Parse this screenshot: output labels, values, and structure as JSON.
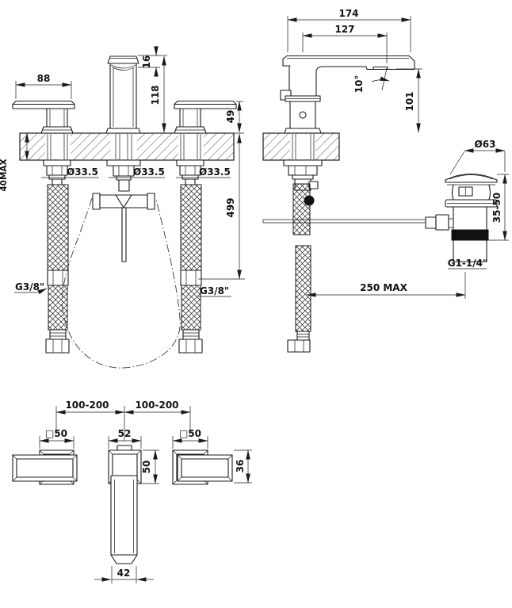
{
  "colors": {
    "line": "#1b1b1b",
    "background": "#ffffff",
    "dark_fill": "#111111"
  },
  "labels": {
    "front": {
      "handle_width": "88",
      "aerator_height": "16",
      "spout_height": "118",
      "handle_height": "49",
      "deck_max": "40MAX",
      "hole_left": "Ø33.5",
      "hole_center": "Ø33.5",
      "hole_right": "Ø33.5",
      "total_below": "499",
      "thread_left": "G3/8\"",
      "thread_right": "G3/8\""
    },
    "side": {
      "depth": "174",
      "reach": "127",
      "outlet_height": "101",
      "outlet_angle": "10°",
      "rod_max": "250 MAX"
    },
    "waste": {
      "flange_diameter": "Ø63",
      "deck_range": "35-50",
      "thread": "G1-1/4\""
    },
    "plan": {
      "span_left": "100-200",
      "span_right": "100-200",
      "handle_square_left": "□50",
      "spout_width": "52",
      "handle_square_right": "□50",
      "spout_depth": "50",
      "spout_tip_width": "42",
      "handle_profile": "36"
    }
  }
}
